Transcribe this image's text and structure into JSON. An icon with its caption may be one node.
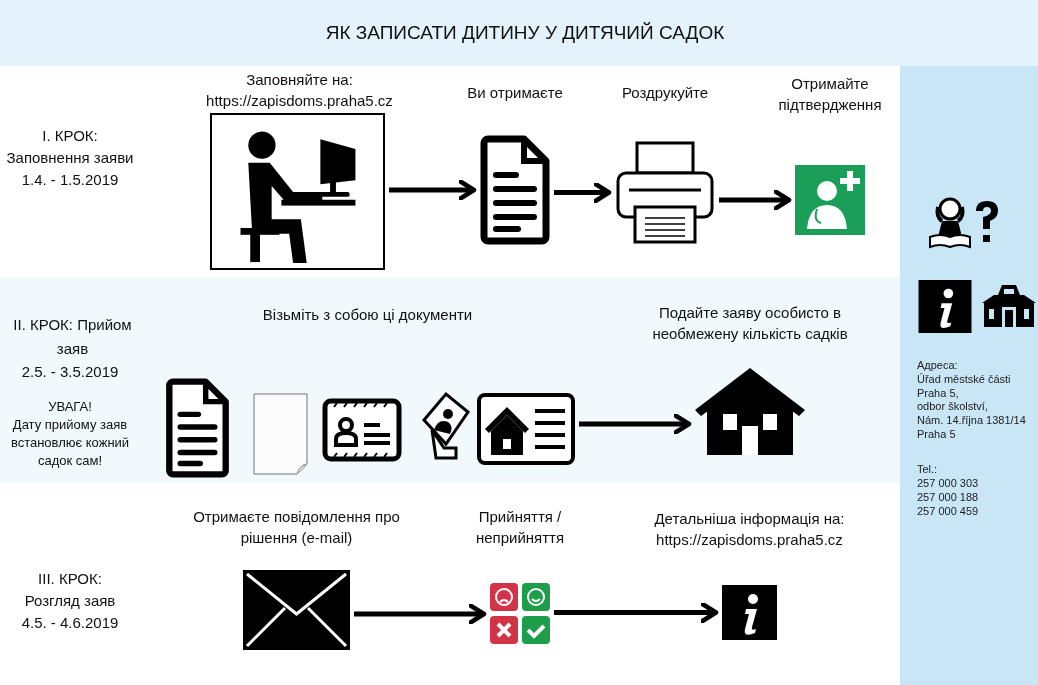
{
  "diagram": {
    "title": "ЯК ЗАПИСАТИ ДИТИНУ У ДИТЯЧИЙ САДОК",
    "nodes": [
      {
        "text": [
          "Заповняйте на: https://zapisdoms.praha5.cz"
        ]
      },
      {
        "text": [
          "Ви отримаєте"
        ]
      },
      {
        "text": [
          "Роздрукуйте"
        ]
      },
      {
        "text": [
          "Отримайте підтвердження"
        ]
      },
      {
        "text": [
          "Візьміть з собою ці документи"
        ]
      },
      {
        "text": [],
        "shape": "picture",
        "in": 4
      },
      {
        "text": [],
        "shape": "picture",
        "in": 4
      },
      {
        "text": [],
        "shape": "picture",
        "in": 4
      },
      {
        "text": [],
        "shape": "picture",
        "in": 4
      },
      {
        "text": [],
        "shape": "picture",
        "in": 4
      },
      {
        "text": [
          "Подайте заяву особисто в необмежену кількість садків"
        ]
      },
      {
        "text": [
          "Отримаєте повідомлення про рішення (e-mail)"
        ]
      },
      {
        "text": [
          "Прийняття / неприйняття"
        ]
      },
      {
        "text": [
          "Детальніша інформація на: https://zapisdoms.praha5.cz"
        ]
      }
    ],
    "edges": [
      {
        "from": 0,
        "to": 1,
        "arrow": "to"
      },
      {
        "from": 1,
        "to": 2,
        "arrow": "to"
      },
      {
        "from": 2,
        "to": 3,
        "arrow": "to"
      },
      {
        "from": 9,
        "to": 10,
        "arrow": "to"
      },
      {
        "from": 11,
        "to": 12,
        "arrow": "to"
      },
      {
        "from": 12,
        "to": 13,
        "arrow": "to"
      }
    ],
    "labels": [
      "I. КРОК:",
      "Заповнення заяви",
      "1.4. - 1.5.2019",
      "II. КРОК: Прийом заяв",
      "2.5. - 3.5.2019",
      "УВАГА!",
      "Дату прийому заяв встановлює кожний садок сам!",
      "III. КРОК:",
      "Розгляд заяв",
      "4.5. - 4.6.2019",
      "Адреса:",
      "Úřad městské části",
      "Praha 5,",
      "odbor školství,",
      "Nám. 14.října 1381/14",
      "Praha 5",
      "Tel.:",
      "257 000 303",
      "257 000 188",
      "257 000 459"
    ]
  }
}
